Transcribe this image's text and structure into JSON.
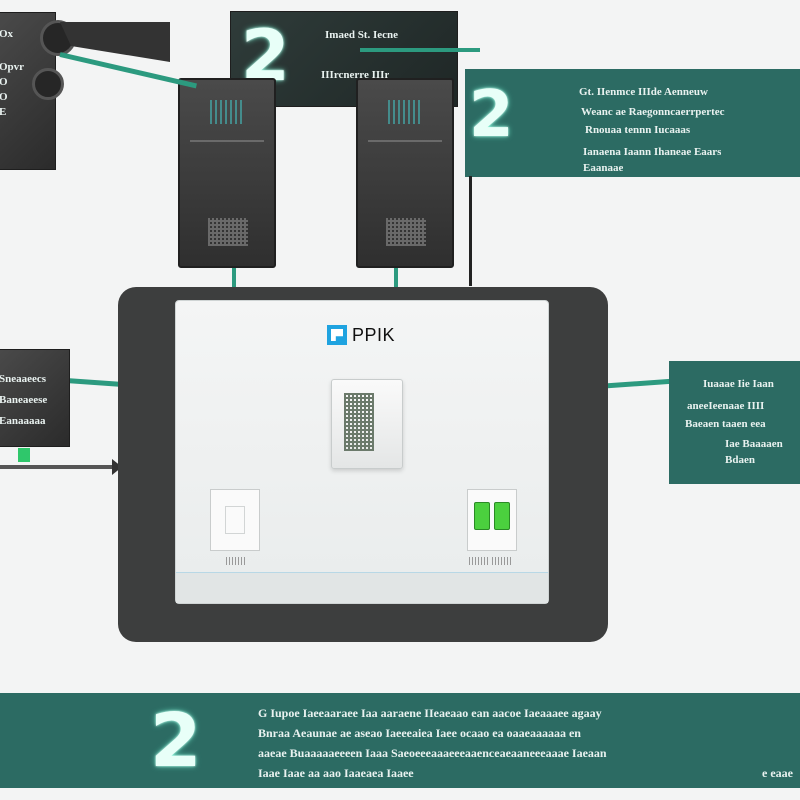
{
  "top_left_panel": {
    "lines": [
      "Ox",
      "Opvr",
      "O",
      "O",
      "E"
    ]
  },
  "top_center_panel": {
    "badge": "2",
    "lines": [
      "Imaed St. Iecne",
      "IIIrcnerre IIIr"
    ]
  },
  "top_right_panel": {
    "badge": "2",
    "lines": [
      "Gt. IIenmce IIIde Aenneuw",
      "Weanc ae Raegonncaerrpertec",
      "Rnouaa tennn Iucaaas",
      "Ianaena Iaann Ihaneae Eaars",
      "Eaanaae"
    ]
  },
  "left_mid_panel": {
    "lines": [
      "Sneaaeecs",
      "Baneaeese",
      "Eanaaaaa"
    ]
  },
  "right_mid_panel": {
    "lines": [
      "Iuaaae Iie Iaan",
      "aneeIeenaae IIII",
      "Baeaen taaen eea",
      "Iae Baaaaen",
      "Bdaen"
    ]
  },
  "console": {
    "logo_text": "PPIK"
  },
  "bottom_banner": {
    "badge": "2",
    "lines": [
      "G Iupoe Iaeeaaraee Iaa aaraene IIeaeaao ean aacoe Iaeaaaee agaay",
      "Bnraa Aeaunae ae aseao Iaeeeaiea Iaee ocaao ea oaaeaaaaaa en",
      "aaeae Buaaaaaeeeen Iaaa Saeoeeeaaaeeeaaenceaeaaneeeaaae Iaeaan",
      "Iaae Iaae aa aao Iaaeaea Iaaee"
    ],
    "trailing": "e eaae"
  },
  "colors": {
    "teal_panel": "#2c6b63",
    "connector": "#2c9a7f",
    "console_frame": "#3d3e3e",
    "logo_blue": "#1fa3e0",
    "led_green": "#4bd03e"
  }
}
